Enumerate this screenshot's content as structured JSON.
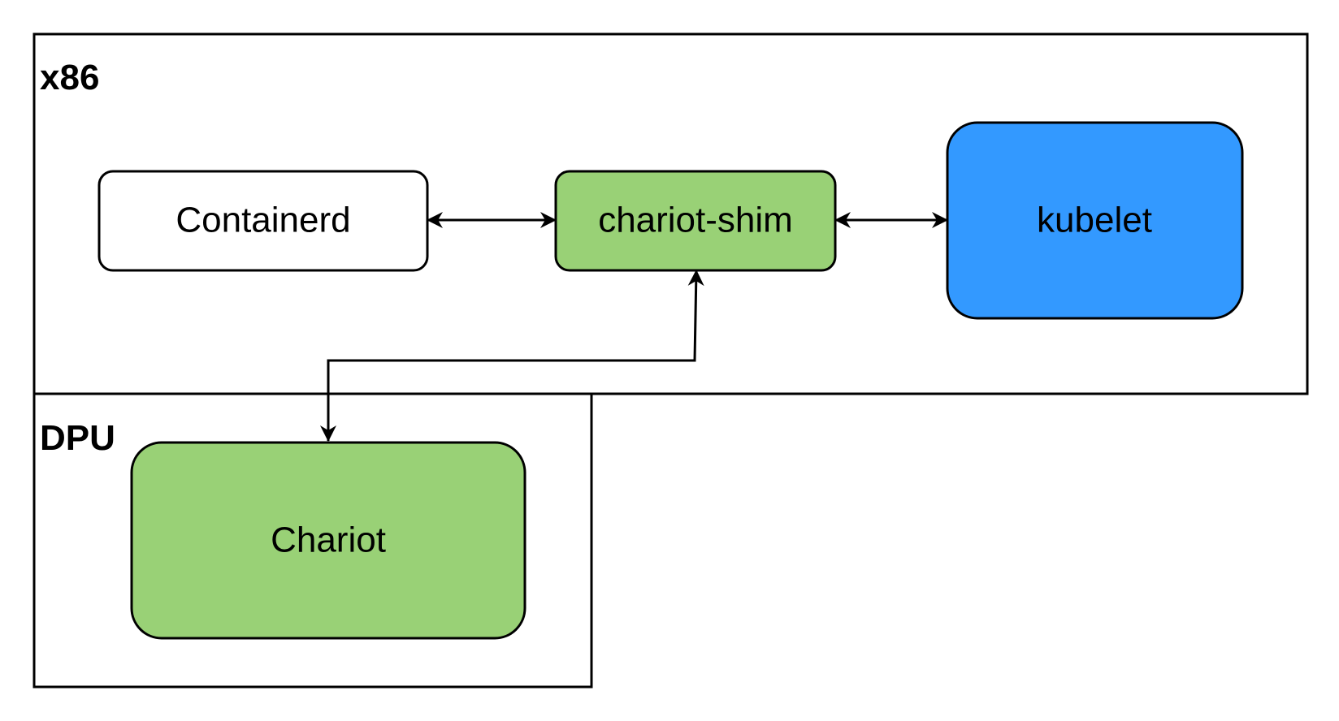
{
  "containers": [
    {
      "id": "x86",
      "label": "x86"
    },
    {
      "id": "dpu",
      "label": "DPU"
    }
  ],
  "nodes": [
    {
      "id": "containerd",
      "label": "Containerd",
      "fill": "#ffffff"
    },
    {
      "id": "chariot-shim",
      "label": "chariot-shim",
      "fill": "#99d176"
    },
    {
      "id": "kubelet",
      "label": "kubelet",
      "fill": "#3399ff"
    },
    {
      "id": "chariot",
      "label": "Chariot",
      "fill": "#99d176"
    }
  ],
  "edges": [
    {
      "from": "containerd",
      "to": "chariot-shim",
      "direction": "both"
    },
    {
      "from": "chariot-shim",
      "to": "kubelet",
      "direction": "both"
    },
    {
      "from": "chariot-shim",
      "to": "chariot",
      "direction": "both"
    }
  ]
}
